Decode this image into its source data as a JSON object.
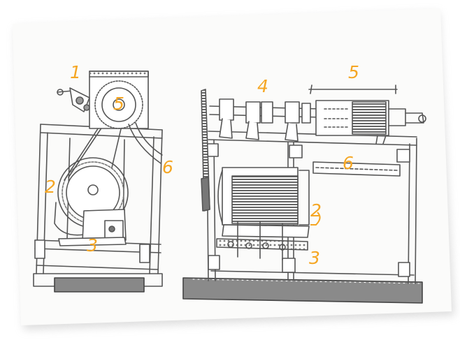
{
  "colors": {
    "line": "#555555",
    "callout": "#f5a623",
    "paper": "#fbfbfa"
  },
  "callouts": {
    "left_1": "1",
    "left_5": "5",
    "left_6": "6",
    "left_2": "2",
    "left_3": "3",
    "right_4": "4",
    "right_5": "5",
    "right_6": "6",
    "right_2": "2",
    "right_3": "3"
  }
}
